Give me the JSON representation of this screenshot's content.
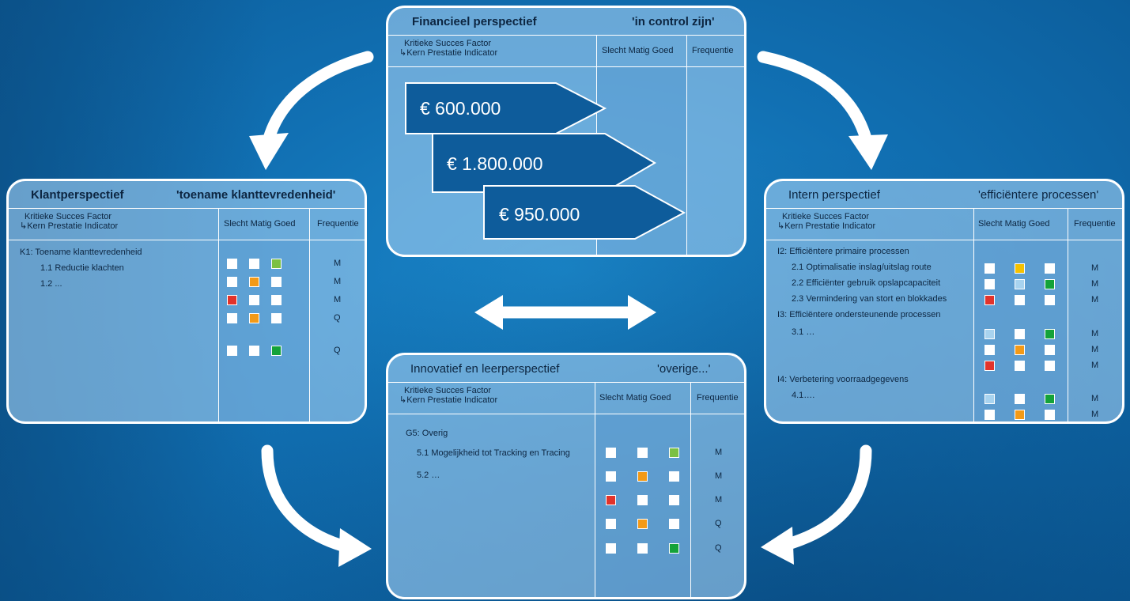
{
  "colors": {
    "white": "#ffffff",
    "red": "#e2332b",
    "orange": "#f39a17",
    "yellow": "#f6c100",
    "green": "#14a239",
    "lightgreen": "#7bc043",
    "lightblue": "#a8d3ef"
  },
  "common": {
    "ksf_line1": "Kritieke Succes Factor",
    "ksf_line2": "Kern Prestatie Indicator",
    "ksf_arrow": "↳",
    "slecht": "Slecht",
    "matig": "Matig",
    "goed": "Goed",
    "frequentie": "Frequentie"
  },
  "financieel": {
    "title": "Financieel perspectief",
    "goal": "'in control zijn'",
    "ksf_line1": "Kritieke Succes  Factor",
    "amounts": [
      "€ 600.000",
      "€ 1.800.000",
      "€ 950.000"
    ]
  },
  "klant": {
    "title": "Klantperspectief",
    "goal": "'toename klanttevredenheid'",
    "items": [
      "K1:  Toename klanttevredenheid",
      "1.1  Reductie klachten",
      "1.2  ..."
    ],
    "rows": [
      {
        "cells": [
          "white",
          "white",
          "lightgreen"
        ],
        "freq": "M"
      },
      {
        "cells": [
          "white",
          "orange",
          "white"
        ],
        "freq": "M"
      },
      {
        "cells": [
          "red",
          "white",
          "white"
        ],
        "freq": "M"
      },
      {
        "cells": [
          "white",
          "orange",
          "white"
        ],
        "freq": "Q"
      },
      {
        "cells": [
          "white",
          "white",
          "green"
        ],
        "freq": "Q"
      }
    ]
  },
  "intern": {
    "title": "Intern perspectief",
    "goal": "'efficiëntere processen'",
    "items": [
      "I2: Efficiëntere primaire processen",
      "2.1   Optimalisatie inslag/uitslag route",
      "2.2   Efficiënter gebruik opslapcapaciteit",
      "2.3   Vermindering van stort en blokkades",
      "I3: Efficiëntere ondersteunende processen",
      "3.1 …",
      "I4: Verbetering voorraadgegevens",
      "4.1…."
    ],
    "rows": [
      {
        "cells": [
          "white",
          "yellow",
          "white"
        ],
        "freq": "M"
      },
      {
        "cells": [
          "white",
          "lightblue",
          "green"
        ],
        "freq": "M"
      },
      {
        "cells": [
          "red",
          "white",
          "white"
        ],
        "freq": "M"
      },
      {
        "cells": [
          "lightblue",
          "white",
          "green"
        ],
        "freq": "M"
      },
      {
        "cells": [
          "white",
          "orange",
          "white"
        ],
        "freq": "M"
      },
      {
        "cells": [
          "red",
          "white",
          "white"
        ],
        "freq": "M"
      },
      {
        "cells": [
          "lightblue",
          "white",
          "green"
        ],
        "freq": "M"
      },
      {
        "cells": [
          "white",
          "orange",
          "white"
        ],
        "freq": "M"
      }
    ]
  },
  "innovatief": {
    "title": "Innovatief en leerperspectief",
    "goal": "'overige...'",
    "items": [
      "G5:  Overig",
      "5.1  Mogelijkheid tot Tracking en Tracing",
      "5.2  …"
    ],
    "rows": [
      {
        "cells": [
          "white",
          "white",
          "lightgreen"
        ],
        "freq": "M"
      },
      {
        "cells": [
          "white",
          "orange",
          "white"
        ],
        "freq": "M"
      },
      {
        "cells": [
          "red",
          "white",
          "white"
        ],
        "freq": "M"
      },
      {
        "cells": [
          "white",
          "orange",
          "white"
        ],
        "freq": "Q"
      },
      {
        "cells": [
          "white",
          "white",
          "green"
        ],
        "freq": "Q"
      }
    ]
  }
}
